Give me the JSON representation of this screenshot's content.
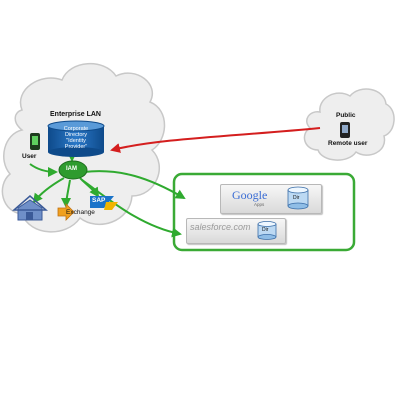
{
  "enterprise": {
    "title": "Enterprise LAN",
    "idp_lines": [
      "Corporate",
      "Directory",
      "\"Identity",
      "Provider\""
    ],
    "user_label": "User",
    "iam_label": "IAM",
    "exchange_label": "Exchange",
    "sap_label": "SAP"
  },
  "public": {
    "title": "Public",
    "user_label": "Remote user"
  },
  "cloud_apps": {
    "google_logo": "Google",
    "google_sub": "Apps",
    "google_dir": "Dir",
    "salesforce_logo": "salesforce.com",
    "salesforce_dir": "Dir"
  },
  "colors": {
    "cloud_fill": "#eeeeee",
    "cloud_stroke": "#c8c8c8",
    "green_arrow": "#2faa2f",
    "green_box": "#3aaa35",
    "red_arrow": "#d41e1e",
    "db_blue": "#1a5fa8",
    "iam_green": "#2e9b2e"
  }
}
